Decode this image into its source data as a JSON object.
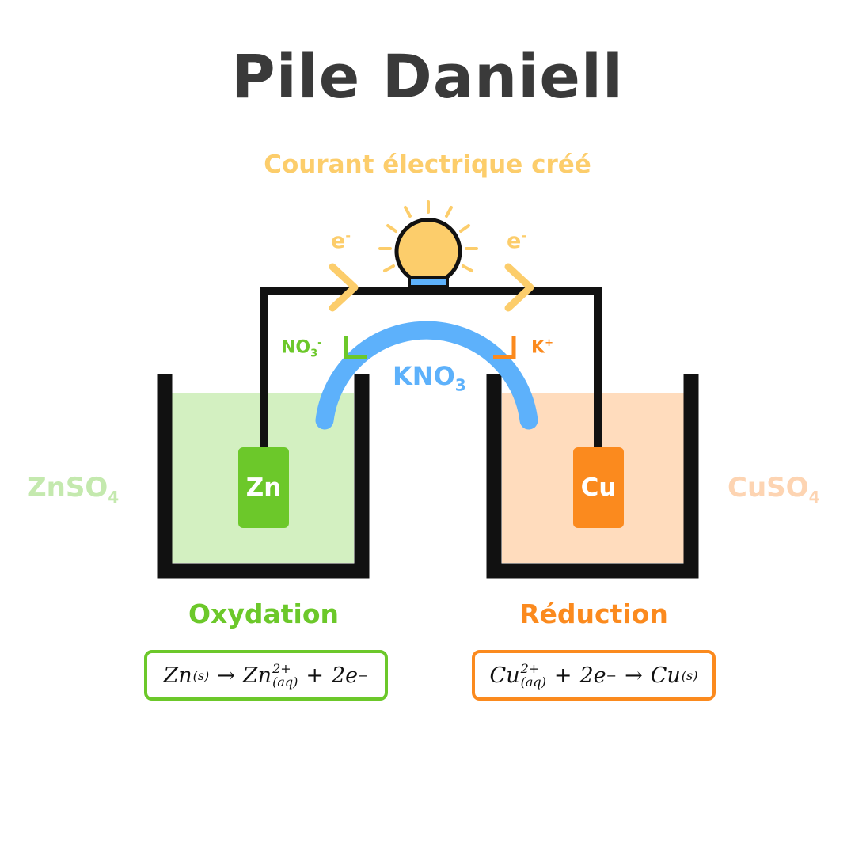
{
  "title": "Pile Daniell",
  "subtitle": "Courant électrique créé",
  "colors": {
    "zinc": "#6cc82a",
    "zinc_solution": "#d3f0c1",
    "copper": "#fb8a1e",
    "copper_solution": "#ffdcbd",
    "bridge": "#5db1fb",
    "bulb": "#fccd6b",
    "wire": "#111111",
    "title": "#3a3a3a"
  },
  "icons": [
    "light-bulb-icon",
    "chevron-right-icon"
  ],
  "electron": {
    "symbol": "e",
    "charge": "-"
  },
  "bridge": {
    "formula_main": "KNO",
    "formula_sub": "3"
  },
  "anion": {
    "main": "NO",
    "sub": "3",
    "charge": "-"
  },
  "cation": {
    "main": "K",
    "charge": "+"
  },
  "left": {
    "solution_main": "ZnSO",
    "solution_sub": "4",
    "electrode": "Zn",
    "half_reaction": "Oxydation",
    "equation": {
      "reactant": "Zn",
      "reactant_state": "(s)",
      "arrow": "→",
      "product": "Zn",
      "product_charge": "2+",
      "product_state": "(aq)",
      "plus": "+",
      "electrons": "2e",
      "electron_charge": "−"
    }
  },
  "right": {
    "solution_main": "CuSO",
    "solution_sub": "4",
    "electrode": "Cu",
    "half_reaction": "Réduction",
    "equation": {
      "reactant": "Cu",
      "reactant_charge": "2+",
      "reactant_state": "(aq)",
      "plus": "+",
      "electrons": "2e",
      "electron_charge": "−",
      "arrow": "→",
      "product": "Cu",
      "product_state": "(s)"
    }
  }
}
